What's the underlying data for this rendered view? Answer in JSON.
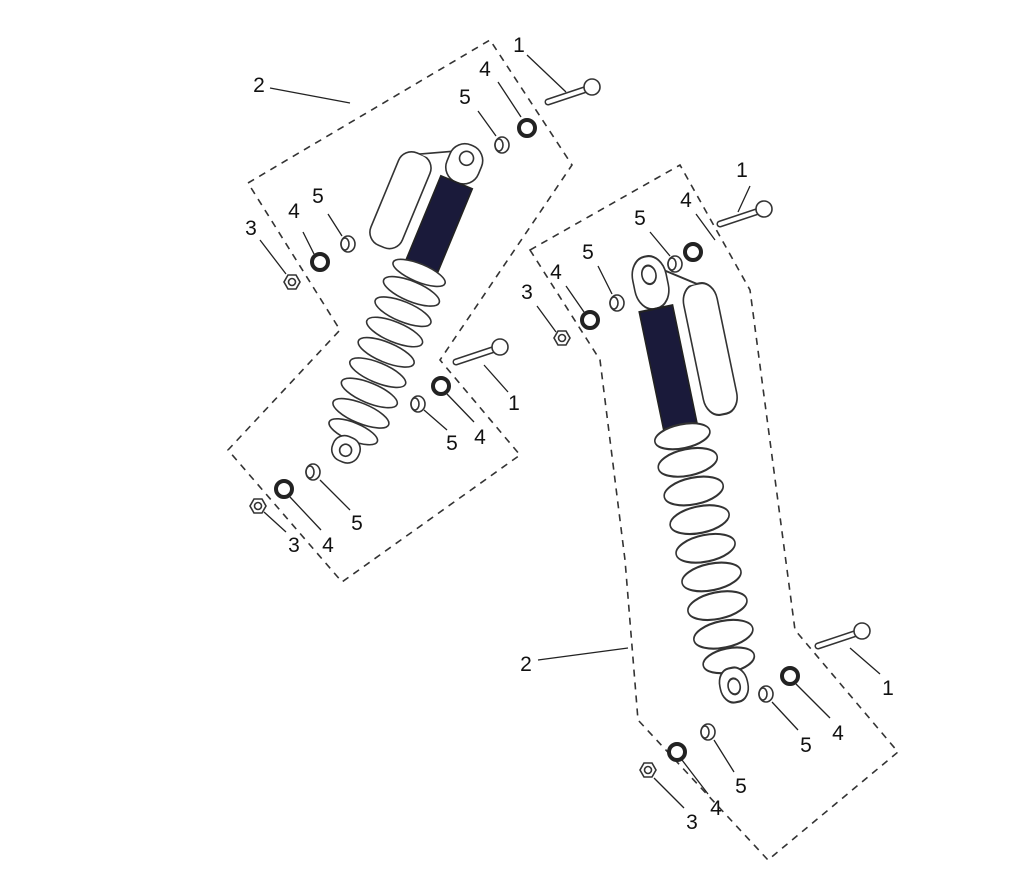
{
  "diagram": {
    "left_assembly": {
      "callouts": [
        "1",
        "2",
        "4",
        "5",
        "3",
        "4",
        "5",
        "1",
        "4",
        "5",
        "3",
        "4",
        "5"
      ]
    },
    "right_assembly": {
      "callouts": [
        "1",
        "4",
        "5",
        "5",
        "4",
        "3",
        "2",
        "1",
        "4",
        "5",
        "5",
        "4",
        "3"
      ]
    }
  }
}
